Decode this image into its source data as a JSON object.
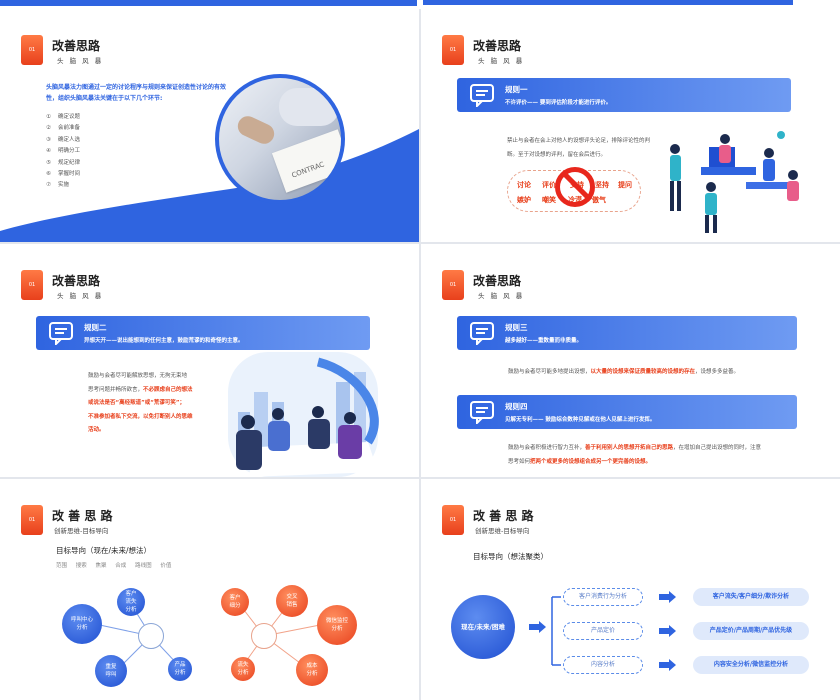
{
  "slide1": {
    "badge": "01",
    "title": "改善思路",
    "subtitle": "头 脑 风 暴",
    "lead": "头脑风暴法力图通过一定的讨论程序与规则来保证创造性讨论的有效性，组织头脑风暴法关键在于以下几个环节:",
    "steps": [
      {
        "n": "①",
        "t": "确定议题"
      },
      {
        "n": "②",
        "t": "会前准备"
      },
      {
        "n": "③",
        "t": "确定人选"
      },
      {
        "n": "④",
        "t": "明确分工"
      },
      {
        "n": "⑤",
        "t": "规定纪律"
      },
      {
        "n": "⑥",
        "t": "掌握时间"
      },
      {
        "n": "⑦",
        "t": "实施"
      }
    ],
    "photo_text": "CONTRAC"
  },
  "slide2": {
    "badge": "01",
    "title": "改善思路",
    "subtitle": "头 脑 风 暴",
    "rule_title": "规则一",
    "rule_desc": "不许评价—— 要到评估阶段才能进行评价。",
    "body": "禁止与会者在会上对他人的设想评头论足，排除评论性的判断。至于对设想的评判，留在会后进行。",
    "words": [
      "讨论",
      "评价",
      "支持",
      "坚持",
      "提问",
      "嫉妒",
      "嘲笑",
      "冷漠",
      "傲气"
    ]
  },
  "slide3": {
    "badge": "01",
    "title": "改善思路",
    "subtitle": "头 脑 风 暴",
    "rule_title": "规则二",
    "rule_desc": "异想天开——说出能想到的任何主意，鼓励荒谬的和奇怪的主意。",
    "body_lines": [
      {
        "plain": "鼓励与会者尽可能解放思想，无拘无束地",
        "red": ""
      },
      {
        "plain": "思考问题并畅所欲言，",
        "red": "不必顾虑自己的想法"
      },
      {
        "plain": "",
        "red": "或说法是否“离经叛道”或“荒谬可笑”；"
      },
      {
        "plain": "",
        "red": "不准参加者私下交流，以免打断别人的思维"
      },
      {
        "plain": "",
        "red": "活动。"
      }
    ]
  },
  "slide4": {
    "badge": "01",
    "title": "改善思路",
    "subtitle": "头 脑 风 暴",
    "rule3_title": "规则三",
    "rule3_desc": "越多越好——重数量而非质量。",
    "rule3_body_plain": "鼓励与会者尽可能多地提出设想，",
    "rule3_body_red": "以大量的设想来保证质量较高的设想的存在",
    "rule3_body_end": "，设想多多益善。",
    "rule4_title": "规则四",
    "rule4_desc": "见解无专利—— 鼓励综合数种见解或在他人见解上进行发挥。",
    "rule4_body_plain": "鼓励与会者积极进行智力互补，",
    "rule4_body_red": "善于利用别人的思想开拓自己的思路",
    "rule4_body_end": "，在增加自己提出设想的同时，注意",
    "rule4_body2_plain": "思考如何",
    "rule4_body2_red": "把两个或更多的设想组合成另一个更完善的设想。"
  },
  "slide5": {
    "badge": "01",
    "title": "改 善 思 路",
    "subtitle": "创新思维-目标导向",
    "heading": "目标导向（现在/未来/想法）",
    "tags": [
      "范围",
      "搜索",
      "焦聚",
      "合成",
      "路线图",
      "价值"
    ],
    "blue_nodes": [
      {
        "label": "客户\n流失\n分析"
      },
      {
        "label": "呼叫中心\n分析"
      },
      {
        "label": "重复\n呼叫"
      },
      {
        "label": "产品\n分析"
      }
    ],
    "red_nodes": [
      {
        "label": "客户\n细分"
      },
      {
        "label": "交叉\n销售"
      },
      {
        "label": "微信监控\n分析"
      },
      {
        "label": "流失\n分析"
      },
      {
        "label": "成本\n分析"
      }
    ]
  },
  "slide6": {
    "badge": "01",
    "title": "改 善 思 路",
    "subtitle": "创新思维-目标导向",
    "heading": "目标导向（想法聚类）",
    "center": "现在/未来/困难",
    "mid": [
      "客户消费行为分析",
      "产品定价",
      "内容分析"
    ],
    "results": [
      "客户流失/客户细分/欺诈分析",
      "产品定价/产品周期/产品优先级",
      "内容安全分析/微信监控分析"
    ]
  },
  "colors": {
    "accent": "#2f64e0",
    "orange": "#e8401c"
  }
}
